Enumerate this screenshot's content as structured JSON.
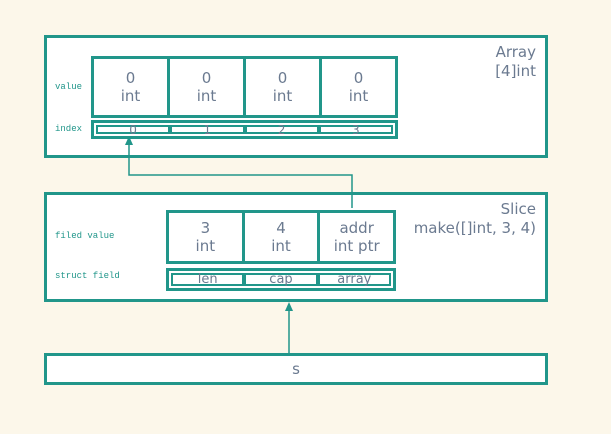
{
  "colors": {
    "teal": "#21968a",
    "text_gray": "#6b7a90",
    "background": "#fcf7ea",
    "box_fill": "#ffffff"
  },
  "array_box": {
    "title_line1": "Array",
    "title_line2": "[4]int",
    "value_label": "value",
    "index_label": "index",
    "value_cells": [
      {
        "value": "0",
        "type": "int"
      },
      {
        "value": "0",
        "type": "int"
      },
      {
        "value": "0",
        "type": "int"
      },
      {
        "value": "0",
        "type": "int"
      }
    ],
    "index_cells": [
      "0",
      "1",
      "2",
      "3"
    ]
  },
  "slice_box": {
    "title_line1": "Slice",
    "title_line2": "make([]int, 3, 4)",
    "field_value_label": "filed value",
    "struct_field_label": "struct field",
    "field_cells": [
      {
        "value": "3",
        "type": "int"
      },
      {
        "value": "4",
        "type": "int"
      },
      {
        "value": "addr",
        "type": "int ptr"
      }
    ],
    "struct_cells": [
      "len",
      "cap",
      "array"
    ]
  },
  "s_box": {
    "label": "s"
  }
}
